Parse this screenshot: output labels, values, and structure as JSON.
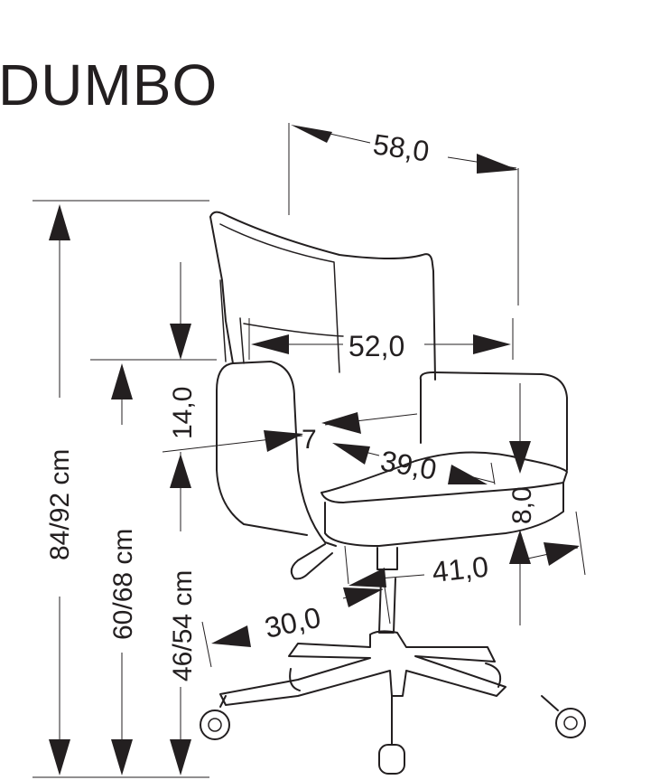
{
  "product": {
    "name": "DUMBO"
  },
  "dimensions": {
    "total_height": "84/92 cm",
    "armrest_height": "60/68 cm",
    "seat_height": "46/54 cm",
    "backrest_lower": "14,0",
    "overall_width": "58,0",
    "backrest_width": "52,0",
    "seat_depth": "39,0",
    "seat_depth_small": "7",
    "armrest_thickness": "8,0",
    "overall_depth": "41,0",
    "base_radius": "30,0"
  },
  "colors": {
    "line": "#231f20",
    "background": "#ffffff"
  }
}
